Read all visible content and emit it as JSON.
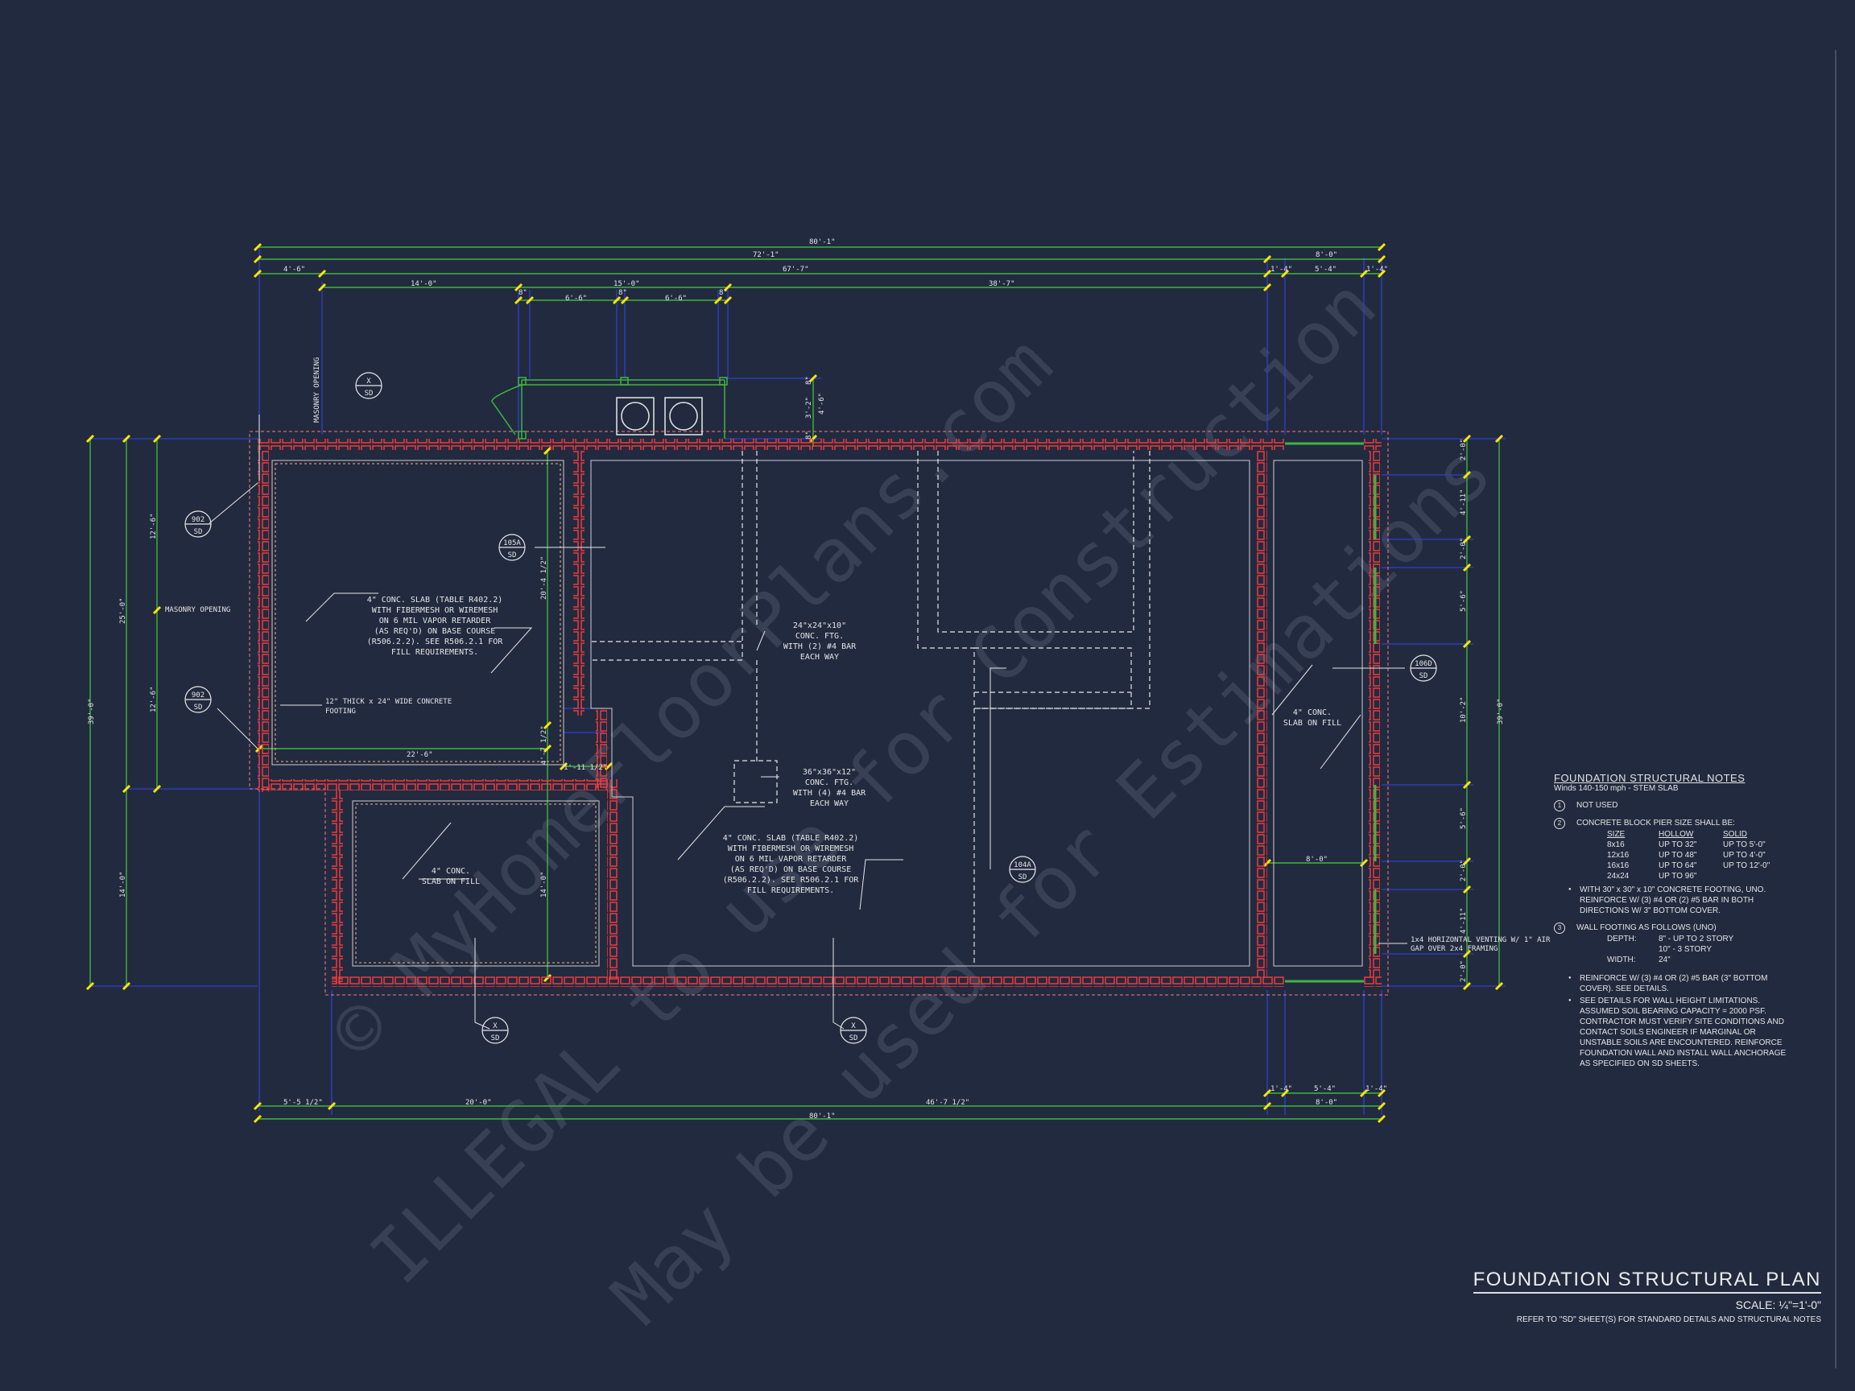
{
  "colors": {
    "background": "#222a3f",
    "dimension": "#3fb53f",
    "wall": "#ff3b3b",
    "grid": "#2f3fd0",
    "tick": "#ffe600",
    "text": "#e6e6e6",
    "watermark": "#3a4256"
  },
  "watermark": {
    "line1": "© MyHomeFloorPlans.com",
    "line2": "ILLEGAL to use for Construction",
    "line3": "May be used for Estimations"
  },
  "dimensions": {
    "top_overall": "80'-1\"",
    "top_left_run": "72'-1\"",
    "top_right_run": "8'-0\"",
    "top_a": "4'-6\"",
    "top_b": "67'-7\"",
    "top_c": "1'-4\"",
    "top_d": "5'-4\"",
    "top_e": "1'-4\"",
    "top_f": "14'-0\"",
    "top_g": "15'-0\"",
    "top_h": "38'-7\"",
    "top_i": "8\"",
    "top_j": "6'-6\"",
    "top_k": "8\"",
    "top_l": "6'-6\"",
    "top_m": "8\"",
    "porch_a": "8\"",
    "porch_b": "3'-2\"",
    "porch_c": "4'-6\"",
    "porch_d": "8\"",
    "left_overall": "39'-0\"",
    "left_upper": "25'-0\"",
    "left_lower": "14'-0\"",
    "left_a": "12'-6\"",
    "left_b": "12'-6\"",
    "inner_v1": "20'-4 1/2\"",
    "inner_v2": "4'-7 1/2\"",
    "inner_v3": "14'-0\"",
    "inner_h1": "22'-6\"",
    "inner_h2": "1'-11 1/2\"",
    "inner_h3": "8'-0\"",
    "right_overall": "39'-0\"",
    "right_a": "2'-0\"",
    "right_b": "4'-11\"",
    "right_c": "2'-0\"",
    "right_d": "5'-6\"",
    "right_e": "10'-2\"",
    "right_f": "5'-6\"",
    "right_g": "2'-0\"",
    "right_h": "4'-11\"",
    "right_i": "2'-0\"",
    "bot_overall": "80'-1\"",
    "bot_a": "5'-5 1/2\"",
    "bot_b": "20'-0\"",
    "bot_c": "46'-7 1/2\"",
    "bot_d": "1'-4\"",
    "bot_e": "5'-4\"",
    "bot_f": "1'-4\"",
    "bot_g": "8'-0\""
  },
  "annotations": {
    "masonry_opening_top": "MASONRY OPENING",
    "masonry_opening_left": "MASONRY OPENING",
    "slab_left_1": "4\" CONC. SLAB (TABLE R402.2)",
    "slab_left_2": "WITH FIBERMESH OR WIREMESH",
    "slab_left_3": "ON 6 MIL VAPOR RETARDER",
    "slab_left_4": "(AS REQ'D) ON BASE COURSE",
    "slab_left_5": "(R506.2.2). SEE R506.2.1 FOR",
    "slab_left_6": "FILL REQUIREMENTS.",
    "footing_1": "12\" THICK x 24\" WIDE CONCRETE",
    "footing_2": "FOOTING",
    "ftg24_1": "24\"x24\"x10\"",
    "ftg24_2": "CONC. FTG.",
    "ftg24_3": "WITH (2) #4 BAR",
    "ftg24_4": "EACH WAY",
    "ftg36_1": "36\"x36\"x12\"",
    "ftg36_2": "CONC. FTG.",
    "ftg36_3": "WITH (4) #4 BAR",
    "ftg36_4": "EACH WAY",
    "slab_mid_1": "4\" CONC. SLAB (TABLE R402.2)",
    "slab_mid_2": "WITH FIBERMESH OR WIREMESH",
    "slab_mid_3": "ON 6 MIL VAPOR RETARDER",
    "slab_mid_4": "(AS REQ'D) ON BASE COURSE",
    "slab_mid_5": "(R506.2.2). SEE R506.2.1 FOR",
    "slab_mid_6": "FILL REQUIREMENTS.",
    "slab_fill_left_1": "4\" CONC.",
    "slab_fill_left_2": "SLAB ON FILL",
    "slab_fill_right_1": "4\" CONC.",
    "slab_fill_right_2": "SLAB ON FILL",
    "venting_1": "1x4 HORIZONTAL VENTING W/ 1\" AIR",
    "venting_2": "GAP OVER 2x4 FRAMING"
  },
  "callouts": {
    "c_top_x": "X",
    "c_top_s": "SD",
    "c_902a": "902",
    "c_902a_s": "SD",
    "c_902b": "902",
    "c_902b_s": "SD",
    "c_105a": "105A",
    "c_105a_s": "SD",
    "c_106d": "106D",
    "c_106d_s": "SD",
    "c_104a": "104A",
    "c_104a_s": "SD",
    "c_bl_x": "X",
    "c_bl_s": "SD",
    "c_bm_x": "X",
    "c_bm_s": "SD"
  },
  "notes": {
    "title": "FOUNDATION STRUCTURAL NOTES",
    "subtitle": "Winds 140-150 mph - STEM SLAB",
    "n1_num": "1",
    "n1": "NOT USED",
    "n2_num": "2",
    "n2": "CONCRETE BLOCK PIER SIZE SHALL BE:",
    "table_hdr": [
      "SIZE",
      "HOLLOW",
      "SOLID"
    ],
    "table_rows": [
      [
        "8x16",
        "UP TO 32\"",
        "UP TO 5'-0\""
      ],
      [
        "12x16",
        "UP TO 48\"",
        "UP TO 4'-0\""
      ],
      [
        "16x16",
        "UP TO 64\"",
        "UP TO 12'-0\""
      ],
      [
        "24x24",
        "UP TO 96\"",
        ""
      ]
    ],
    "n2_bullet": "WITH 30\" x 30\" x 10\" CONCRETE FOOTING, UNO. REINFORCE W/ (3) #4 OR (2) #5 BAR IN BOTH DIRECTIONS W/ 3\" BOTTOM COVER.",
    "n3_num": "3",
    "n3": "WALL FOOTING AS FOLLOWS (UNO)",
    "n3_depth_lbl": "DEPTH:",
    "n3_depth_1": "8\" - UP TO 2 STORY",
    "n3_depth_2": "10\" - 3 STORY",
    "n3_width_lbl": "WIDTH:",
    "n3_width": "24\"",
    "b1": "REINFORCE W/ (3) #4 OR (2) #5 BAR (3\" BOTTOM COVER). SEE DETAILS.",
    "b2": "SEE DETAILS FOR WALL HEIGHT LIMITATIONS. ASSUMED SOIL BEARING CAPACITY = 2000 PSF. CONTRACTOR MUST VERIFY SITE CONDITIONS AND CONTACT SOILS ENGINEER IF MARGINAL OR UNSTABLE SOILS ARE ENCOUNTERED. REINFORCE FOUNDATION WALL AND INSTALL WALL ANCHORAGE AS SPECIFIED ON SD SHEETS."
  },
  "title_block": {
    "title": "FOUNDATION STRUCTURAL PLAN",
    "scale": "SCALE: ¼\"=1'-0\"",
    "reference": "REFER TO \"SD\" SHEET(S) FOR STANDARD DETAILS AND STRUCTURAL NOTES"
  }
}
